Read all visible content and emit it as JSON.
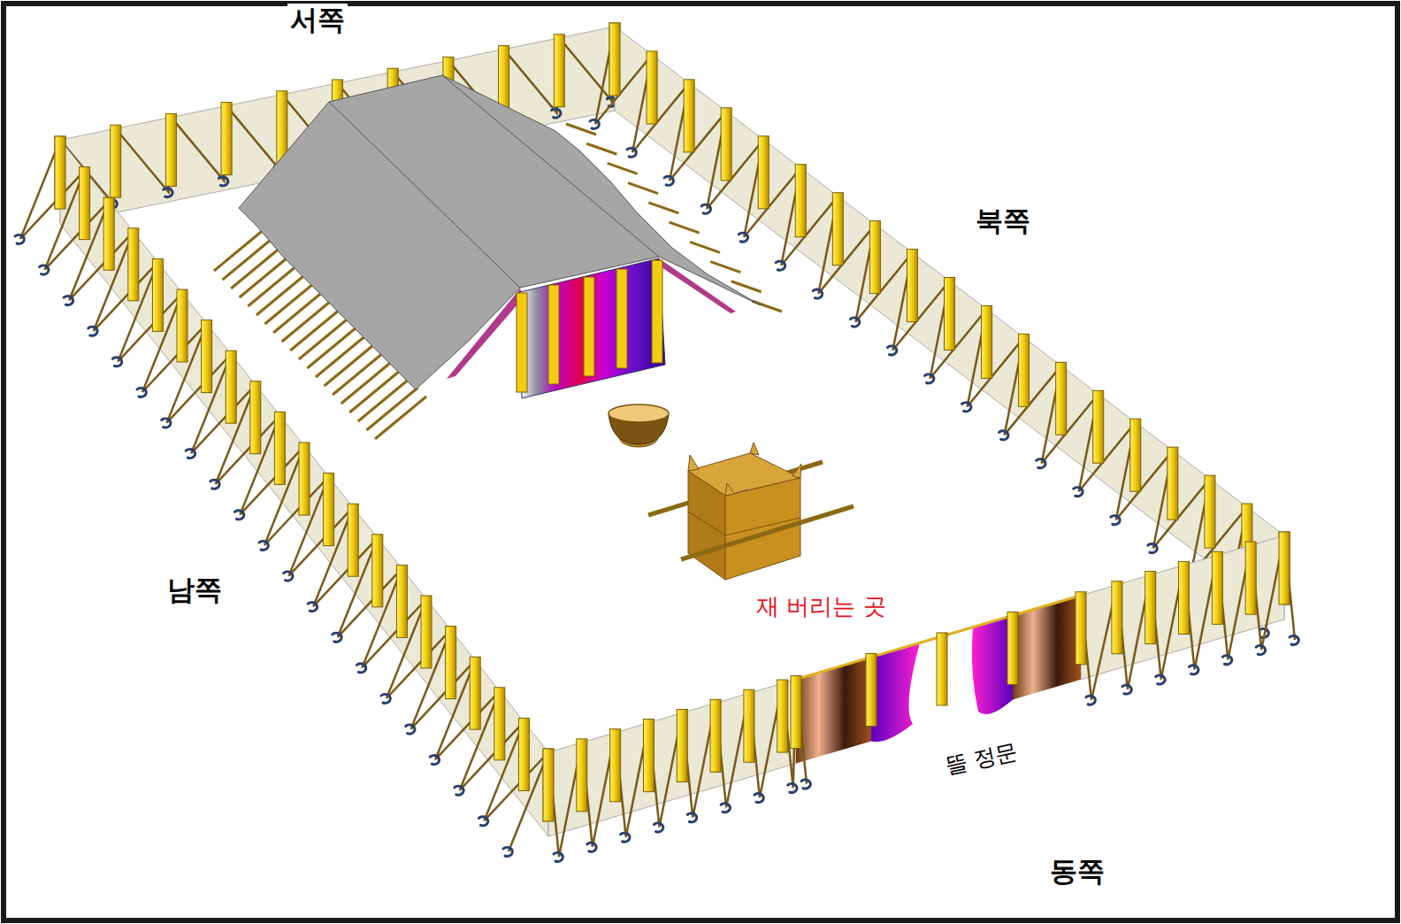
{
  "diagram": {
    "labels": [
      "서쪽",
      "북쪽",
      "남쪽",
      "재 버리는 곳",
      "뜰 정문",
      "동쪽"
    ]
  }
}
